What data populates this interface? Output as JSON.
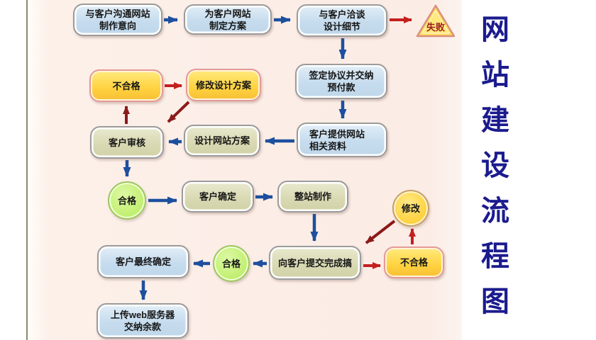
{
  "title": {
    "text": "网站建设流程图",
    "chars": [
      "网",
      "站",
      "建",
      "设",
      "流",
      "程",
      "图"
    ],
    "color": "#1b1b8e"
  },
  "nodes": {
    "intent": {
      "label": "与客户沟通网站\n制作意向",
      "type": "process-blue"
    },
    "plan": {
      "label": "为客户网站\n制定方案",
      "type": "process-blue"
    },
    "negotiate": {
      "label": "与客户洽谈\n设计细节",
      "type": "process-blue"
    },
    "fail": {
      "label": "失败",
      "type": "terminator-triangle"
    },
    "sign": {
      "label": "签定协议并交纳\n预付款",
      "type": "process-blue"
    },
    "nopass1": {
      "label": "不合格",
      "type": "state-yellow"
    },
    "modifyDesign": {
      "label": "修改设计方案",
      "type": "state-yellow"
    },
    "review": {
      "label": "客户审核",
      "type": "process-khaki"
    },
    "design": {
      "label": "设计网站方案",
      "type": "process-khaki"
    },
    "materials": {
      "label": "客户提供网站\n相关资料",
      "type": "process-blue"
    },
    "pass1": {
      "label": "合格",
      "type": "state-green-circle"
    },
    "confirm": {
      "label": "客户确定",
      "type": "process-khaki"
    },
    "build": {
      "label": "整站制作",
      "type": "process-khaki"
    },
    "modify": {
      "label": "修改",
      "type": "state-orange-circle"
    },
    "finalConfirm": {
      "label": "客户最终确定",
      "type": "process-blue"
    },
    "pass2": {
      "label": "合格",
      "type": "state-green-circle"
    },
    "submit": {
      "label": "向客户提交完成搞",
      "type": "process-khaki"
    },
    "nopass2": {
      "label": "不合格",
      "type": "state-yellow"
    },
    "upload": {
      "label": "上传web服务器\n交纳余款",
      "type": "process-blue"
    }
  },
  "edges": [
    {
      "from": "intent",
      "to": "plan",
      "color": "blue"
    },
    {
      "from": "plan",
      "to": "negotiate",
      "color": "blue"
    },
    {
      "from": "negotiate",
      "to": "fail",
      "color": "red"
    },
    {
      "from": "negotiate",
      "to": "sign",
      "color": "blue"
    },
    {
      "from": "sign",
      "to": "materials",
      "color": "blue"
    },
    {
      "from": "materials",
      "to": "design",
      "color": "blue"
    },
    {
      "from": "design",
      "to": "review",
      "color": "blue"
    },
    {
      "from": "review",
      "to": "nopass1",
      "color": "maroon"
    },
    {
      "from": "nopass1",
      "to": "modifyDesign",
      "color": "red"
    },
    {
      "from": "modifyDesign",
      "to": "review",
      "color": "maroon"
    },
    {
      "from": "review",
      "to": "pass1",
      "color": "blue"
    },
    {
      "from": "pass1",
      "to": "confirm",
      "color": "blue"
    },
    {
      "from": "confirm",
      "to": "build",
      "color": "blue"
    },
    {
      "from": "build",
      "to": "submit",
      "color": "blue"
    },
    {
      "from": "submit",
      "to": "nopass2",
      "color": "red"
    },
    {
      "from": "nopass2",
      "to": "modify",
      "color": "red"
    },
    {
      "from": "modify",
      "to": "submit",
      "color": "maroon"
    },
    {
      "from": "submit",
      "to": "pass2",
      "color": "blue"
    },
    {
      "from": "pass2",
      "to": "finalConfirm",
      "color": "blue"
    },
    {
      "from": "finalConfirm",
      "to": "upload",
      "color": "blue"
    }
  ],
  "colors": {
    "arrow_blue": "#1d4f9e",
    "arrow_red": "#c41f1f",
    "arrow_maroon": "#8b1a1a",
    "panel_pink": "#fbece5",
    "title_navy": "#1b1b8e",
    "box_blue": "#c6dcee",
    "box_khaki": "#d8d8b2",
    "box_yellow": "#ffd23f",
    "circle_green": "#c4f076",
    "circle_orange": "#ffd23f"
  }
}
